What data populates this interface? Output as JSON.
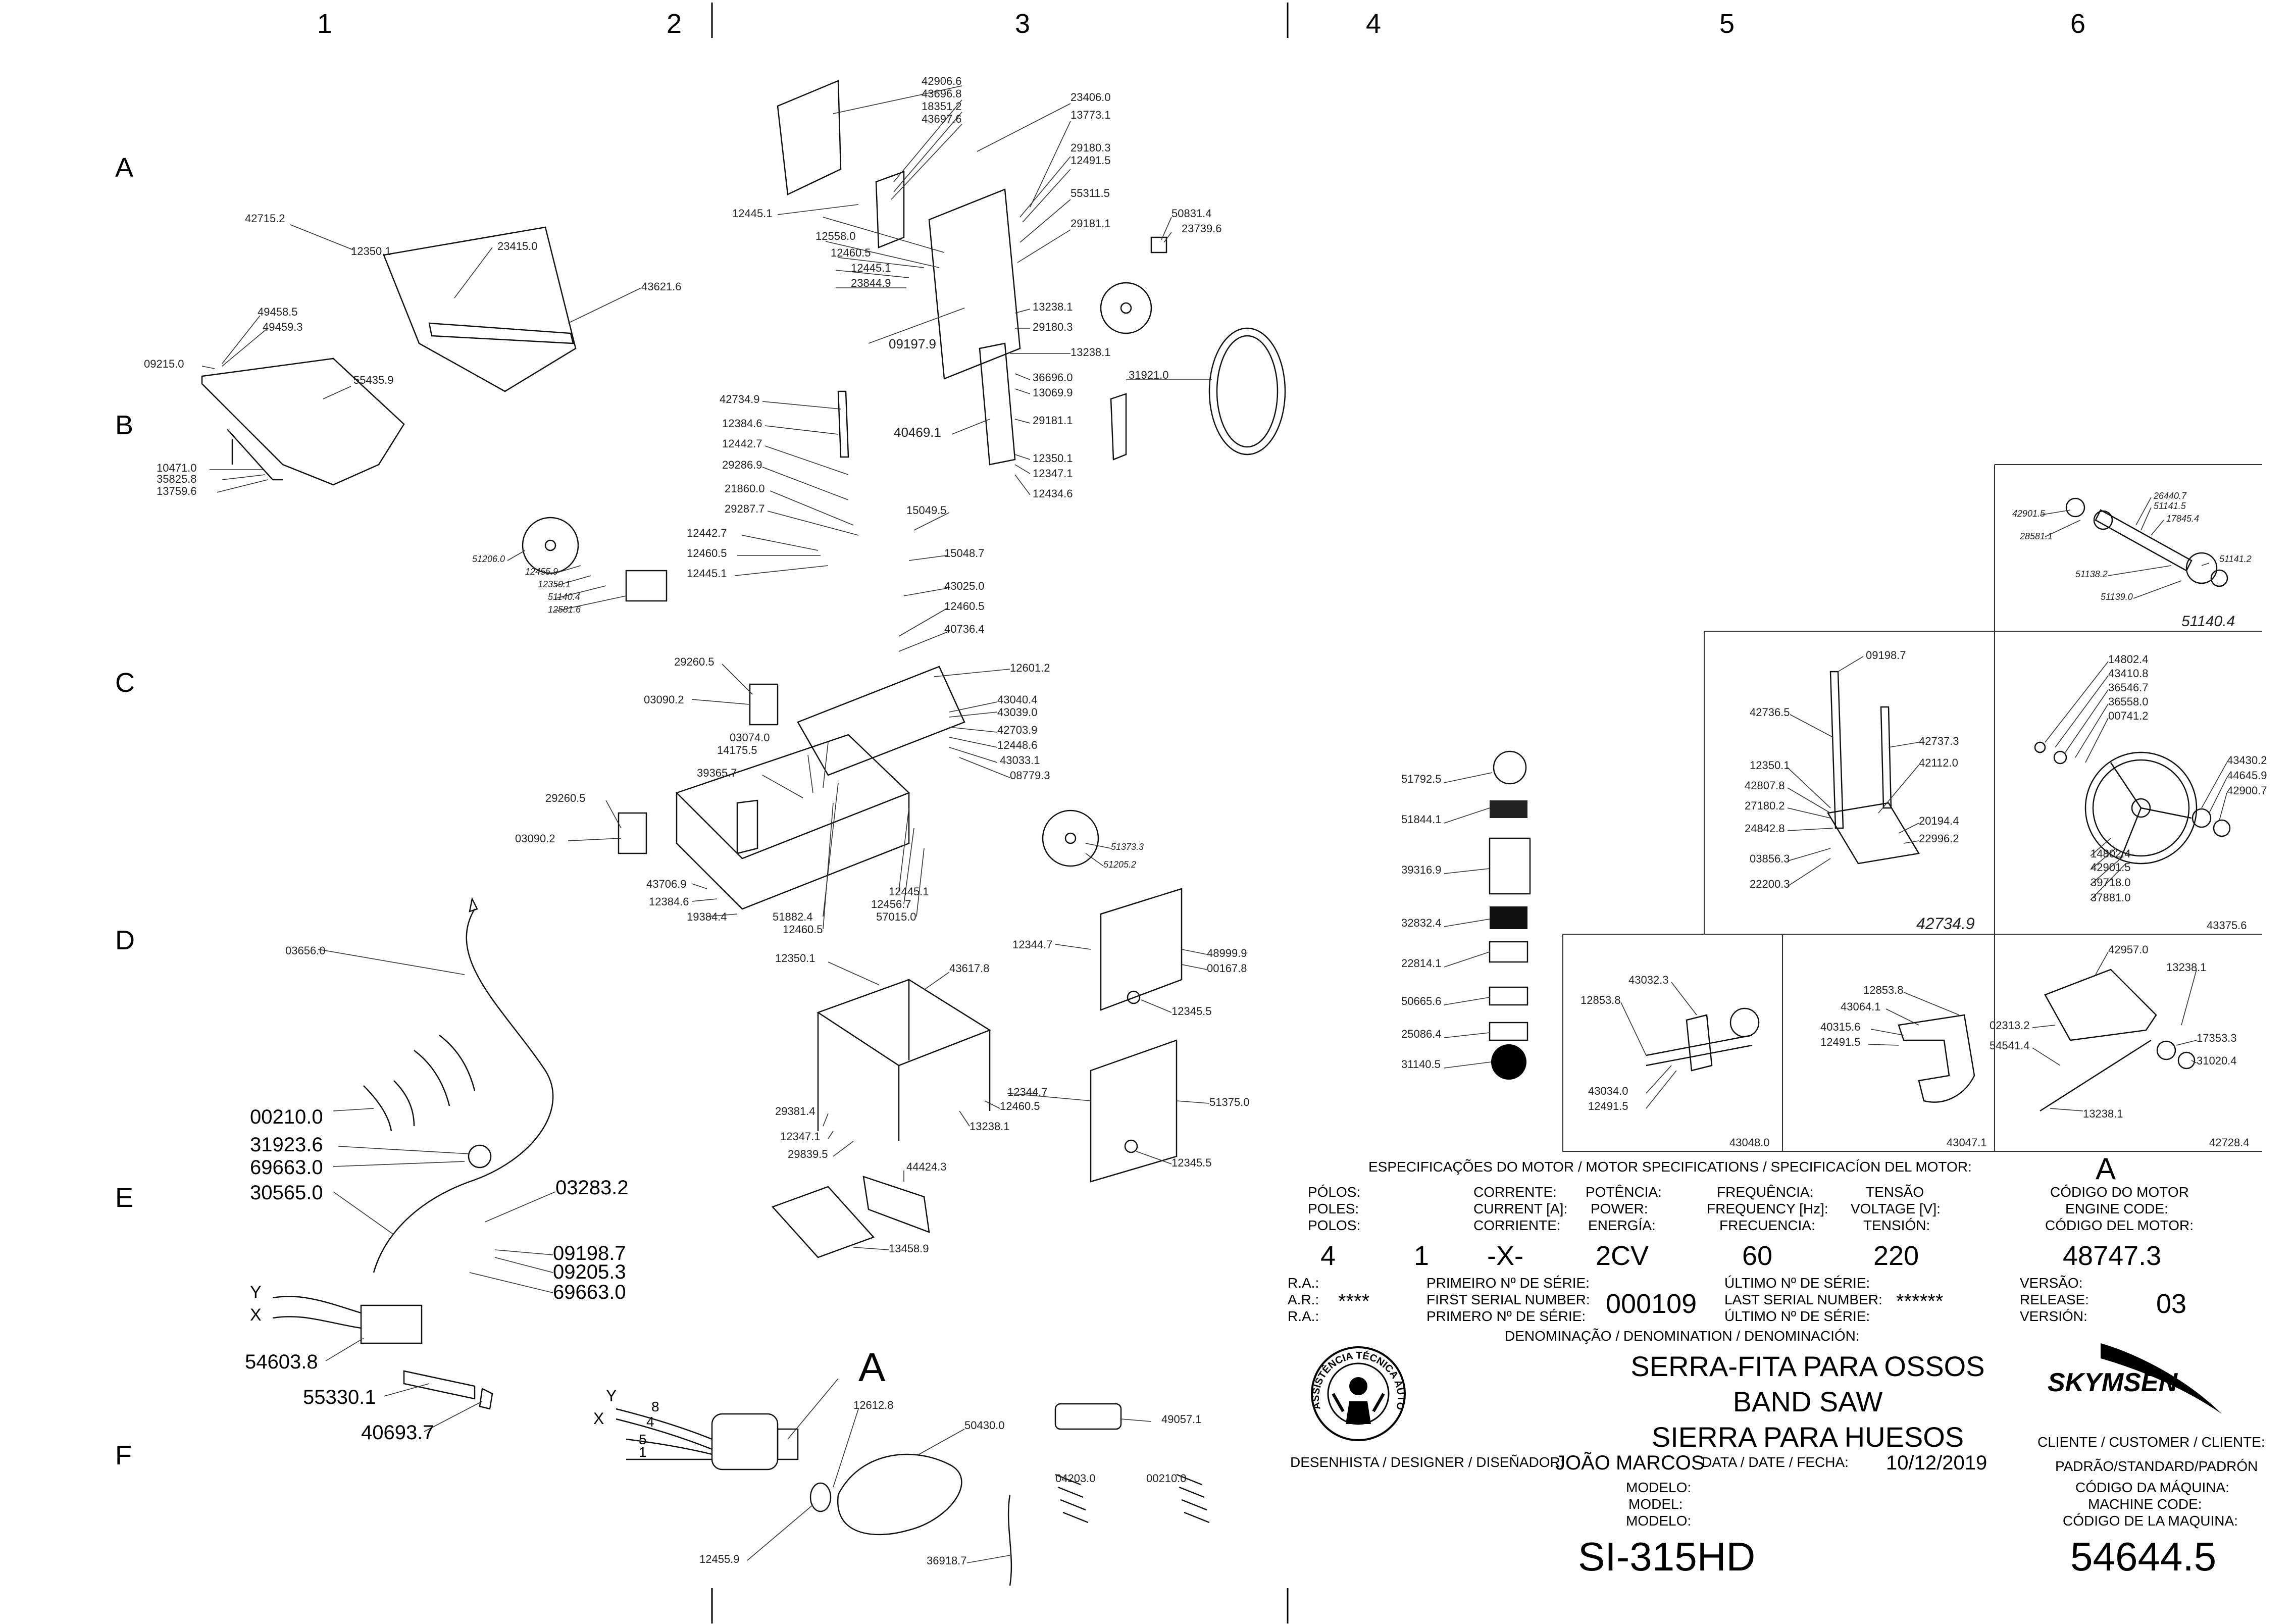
{
  "grid": {
    "columns": [
      "1",
      "2",
      "3",
      "4",
      "5",
      "6"
    ],
    "rows": [
      "A",
      "B",
      "C",
      "D",
      "E",
      "F"
    ]
  },
  "callouts": {
    "top_assembly": [
      "42906.6",
      "43696.8",
      "18351.2",
      "43697.6",
      "23406.0",
      "13773.1",
      "29180.3",
      "12491.5",
      "55311.5",
      "29181.1",
      "12445.1",
      "12558.0",
      "12460.5",
      "12445.1",
      "23844.9",
      "09197.9",
      "13238.1",
      "29180.3",
      "13238.1",
      "36696.0",
      "13069.9",
      "29181.1",
      "40469.1",
      "12350.1",
      "12347.1",
      "12434.6",
      "50831.4",
      "23739.6",
      "31921.0"
    ],
    "table_assembly": [
      "42715.2",
      "12350.1",
      "23415.0",
      "43621.6",
      "49458.5",
      "49459.3",
      "09215.0",
      "55435.9",
      "10471.0",
      "35825.8",
      "13759.6"
    ],
    "middle_assembly": [
      "42734.9",
      "12384.6",
      "12442.7",
      "29286.9",
      "21860.0",
      "29287.7",
      "12442.7",
      "12460.5",
      "12445.1",
      "15049.5",
      "15048.7",
      "43025.0",
      "12460.5",
      "40736.4",
      "12601.2",
      "43040.4",
      "43039.0",
      "42703.9",
      "12448.6",
      "43033.1",
      "08779.3",
      "29260.5",
      "03090.2",
      "03074.0",
      "14175.5",
      "39365.7",
      "29260.5",
      "03090.2",
      "43706.9",
      "12384.6",
      "19384.4",
      "51882.4",
      "12460.5",
      "12445.1",
      "12456.7",
      "57015.0",
      "51373.3",
      "51205.2",
      "51206.0",
      "12455.9",
      "12350.1",
      "51140.4",
      "12581.6"
    ],
    "base_assembly": [
      "12350.1",
      "43617.8",
      "12344.7",
      "48999.9",
      "00167.8",
      "12345.5",
      "29381.4",
      "12347.1",
      "29839.5",
      "12460.5",
      "13238.1",
      "12344.7",
      "51375.0",
      "12345.5",
      "44424.3",
      "13458.9"
    ],
    "electrical": [
      "03656.0",
      "00210.0",
      "31923.6",
      "69663.0",
      "30565.0",
      "03283.2",
      "09198.7",
      "09205.3",
      "69663.0",
      "54603.8",
      "55330.1",
      "40693.7"
    ],
    "wire_labels": [
      "Y",
      "X",
      "Y",
      "X",
      "8",
      "4",
      "5",
      "1"
    ],
    "motor_assembly": [
      "A",
      "12612.8",
      "50430.0",
      "49057.1",
      "04203.0",
      "00210.0",
      "12455.9",
      "36918.7"
    ],
    "labels_column": [
      "51792.5",
      "51844.1",
      "39316.9",
      "32832.4",
      "22814.1",
      "50665.6",
      "25086.4",
      "31140.5"
    ],
    "detail_42734_9": [
      "09198.7",
      "42736.5",
      "42737.3",
      "12350.1",
      "42807.8",
      "27180.2",
      "24842.8",
      "42112.0",
      "20194.4",
      "22996.2",
      "03856.3",
      "22200.3",
      "42734.9"
    ],
    "detail_51140_4": [
      "42901.5",
      "28581.1",
      "26440.7",
      "51141.5",
      "17845.4",
      "51138.2",
      "51141.2",
      "51139.0",
      "51140.4"
    ],
    "detail_43375_6": [
      "14802.4",
      "43410.8",
      "36546.7",
      "36558.0",
      "00741.2",
      "43430.2",
      "44645.9",
      "42900.7",
      "14802.4",
      "42901.5",
      "39718.0",
      "37881.0",
      "43375.6"
    ],
    "detail_43048_0": [
      "43032.3",
      "12853.8",
      "43034.0",
      "12491.5",
      "43048.0"
    ],
    "detail_43047_1": [
      "12853.8",
      "43064.1",
      "40315.6",
      "12491.5",
      "43047.1"
    ],
    "detail_42728_4": [
      "42957.0",
      "13238.1",
      "02313.2",
      "54541.4",
      "17353.3",
      "31020.4",
      "13238.1",
      "42728.4"
    ]
  },
  "title_block": {
    "motor_spec_header": "ESPECIFICAÇÕES DO MOTOR / MOTOR SPECIFICATIONS / SPECIFICACÍON DEL MOTOR:",
    "motor_letter": "A",
    "poles_labels": [
      "PÓLOS:",
      "POLES:",
      "POLOS:"
    ],
    "poles_value": "4",
    "phase_value": "1",
    "current_labels": [
      "CORRENTE:",
      "CURRENT [A]:",
      "CORRIENTE:"
    ],
    "current_value": "-X-",
    "power_labels": [
      "POTÊNCIA:",
      "POWER:",
      "ENERGÍA:"
    ],
    "power_value": "2CV",
    "frequency_labels": [
      "FREQUÊNCIA:",
      "FREQUENCY [Hz]:",
      "FRECUENCIA:"
    ],
    "frequency_value": "60",
    "voltage_labels": [
      "TENSÃO",
      "VOLTAGE [V]:",
      "TENSIÓN:"
    ],
    "voltage_value": "220",
    "engine_code_labels": [
      "CÓDIGO DO MOTOR",
      "ENGINE CODE:",
      "CÓDIGO DEL MOTOR:"
    ],
    "engine_code_value": "48747.3",
    "ra_labels": [
      "R.A.:",
      "A.R.:",
      "R.A.:"
    ],
    "ra_value": "****",
    "first_serial_labels": [
      "PRIMEIRO Nº DE SÉRIE:",
      "FIRST SERIAL NUMBER:",
      "PRIMERO Nº DE SÉRIE:"
    ],
    "first_serial_value": "000109",
    "last_serial_labels": [
      "ÚLTIMO Nº DE SÉRIE:",
      "LAST SERIAL NUMBER:",
      "ÚLTIMO Nº DE SÉRIE:"
    ],
    "last_serial_value": "******",
    "version_labels": [
      "VERSÃO:",
      "RELEASE:",
      "VERSIÓN:"
    ],
    "version_value": "03",
    "denomination_label": "DENOMINAÇÃO / DENOMINATION / DENOMINACIÓN:",
    "denomination_lines": [
      "SERRA-FITA PARA OSSOS",
      "BAND SAW",
      "SIERRA PARA HUESOS"
    ],
    "seal_text": "ASSISTÊNCIA TÉCNICA AUTORIZADA",
    "brand": "SKYMSEN",
    "designer_label": "DESENHISTA / DESIGNER / DISEÑADOR:",
    "designer_value": "JOÃO MARCOS",
    "date_label": "DATA / DATE / FECHA:",
    "date_value": "10/12/2019",
    "customer_label": "CLIENTE / CUSTOMER / CLIENTE:",
    "customer_value": "PADRÃO/STANDARD/PADRÓN",
    "model_labels": [
      "MODELO:",
      "MODEL:",
      "MODELO:"
    ],
    "model_value": "SI-315HD",
    "machine_code_labels": [
      "CÓDIGO DA MÁQUINA:",
      "MACHINE CODE:",
      "CÓDIGO DE LA MAQUINA:"
    ],
    "machine_code_value": "54644.5"
  }
}
